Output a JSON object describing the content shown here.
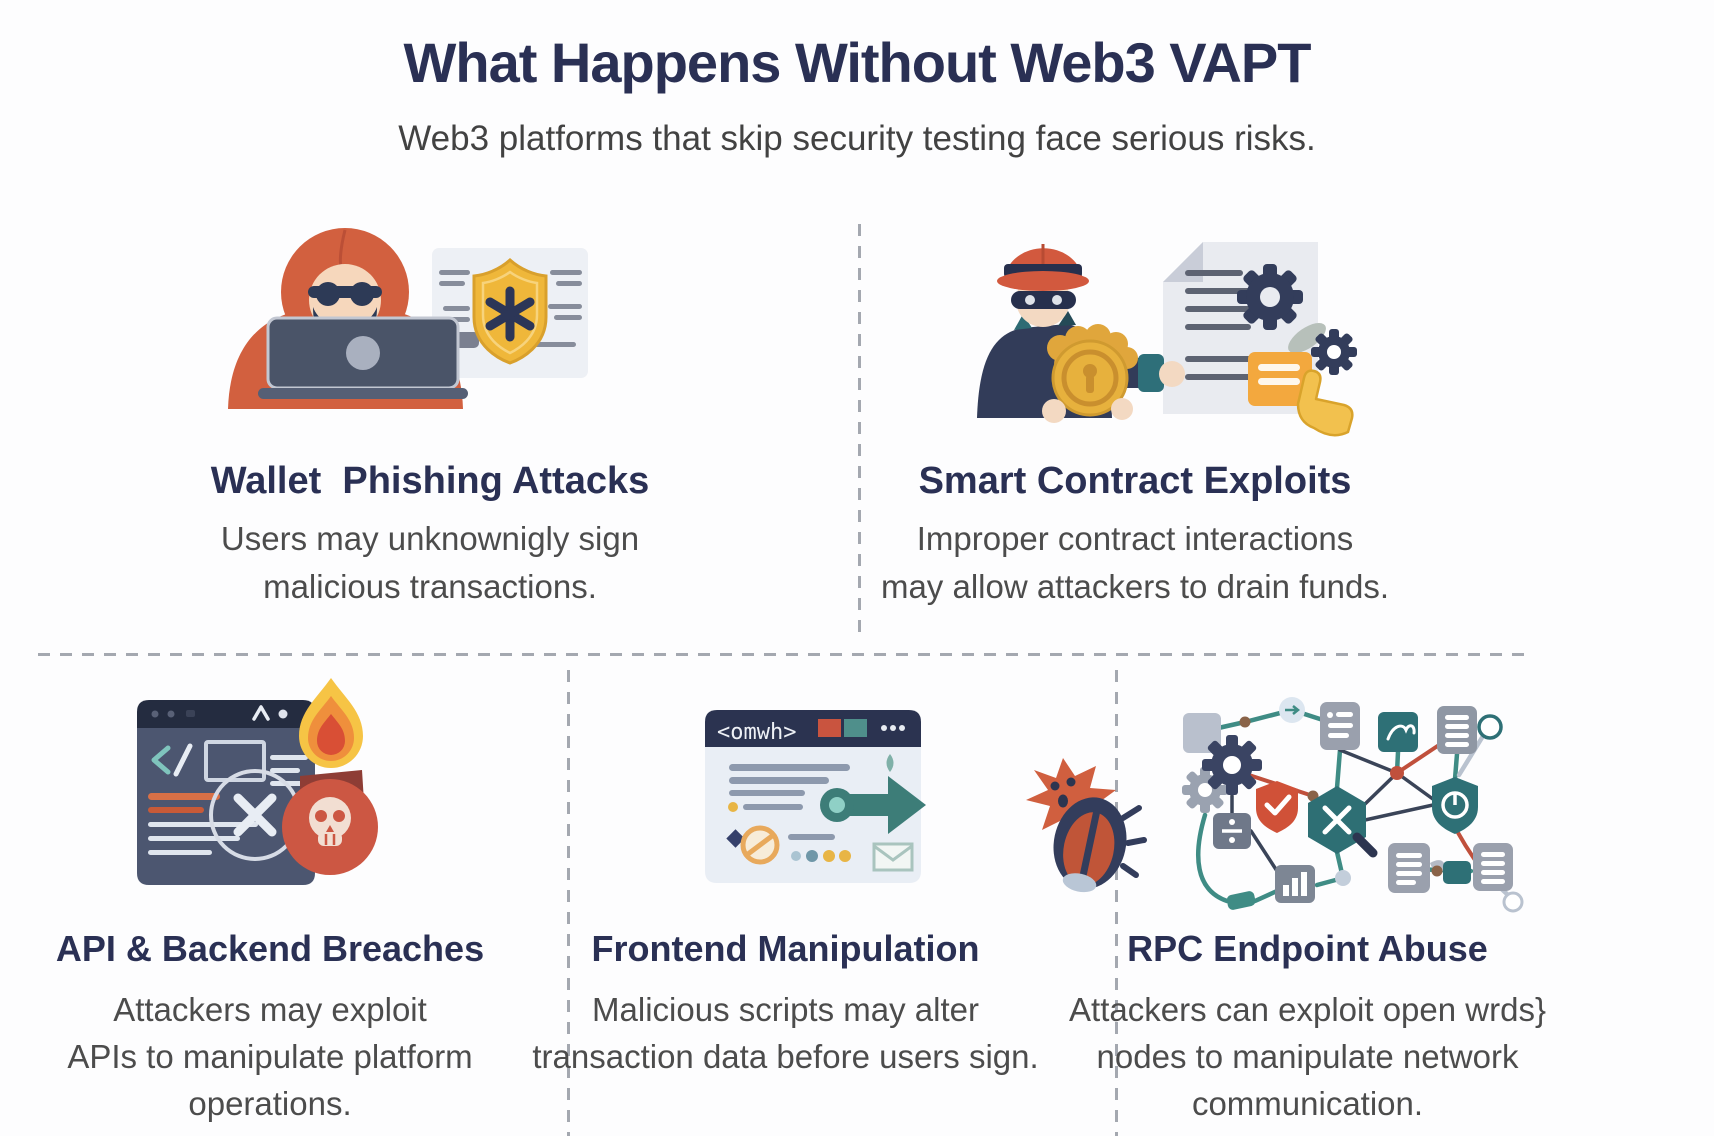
{
  "header": {
    "title": "What Happens Without Web3 VAPT",
    "subtitle": "Web3 platforms that skip security testing face serious risks."
  },
  "panels": [
    {
      "id": "wallet-phishing",
      "title": "Wallet  Phishing Attacks",
      "desc_lines": [
        "Users may unknownigly sign",
        "malicious transactions."
      ],
      "icon": "hooded-hacker-with-laptop-and-password-shield"
    },
    {
      "id": "smart-contract-exploits",
      "title": "Smart Contract Exploits",
      "desc_lines": [
        "Improper contract interactions",
        "may allow attackers to drain funds."
      ],
      "icon": "masked-thief-stealing-coin-from-smart-contract"
    },
    {
      "id": "api-backend-breaches",
      "title": "API & Backend Breaches",
      "desc_lines": [
        "Attackers may exploit",
        "APIs to manipulate platform",
        "operations."
      ],
      "icon": "burning-code-window-with-skull"
    },
    {
      "id": "frontend-manipulation",
      "title": "Frontend Manipulation",
      "desc_lines": [
        "Malicious scripts may alter",
        "transaction data before users sign."
      ],
      "icon": "browser-window-arrow-and-bug"
    },
    {
      "id": "rpc-endpoint-abuse",
      "title": "RPC Endpoint Abuse",
      "desc_lines": [
        "Attackers can exploit open wrds}",
        "nodes to manipulate network",
        "communication."
      ],
      "icon": "network-node-diagram"
    }
  ],
  "illustrations": {
    "frontend_browser_tag": "<omwh>"
  },
  "colors": {
    "title_navy": "#2a3054",
    "body_text_gray": "#4c4c4c",
    "divider_gray": "#a4a8b0",
    "hoodie_orange": "#d2603f",
    "shield_gold": "#efb73a",
    "danger_red": "#cc5743",
    "teal_accent": "#3d7d78",
    "navy_dark": "#2b3350",
    "flame_yellow": "#f6c445",
    "flame_orange": "#ef8f3c"
  }
}
